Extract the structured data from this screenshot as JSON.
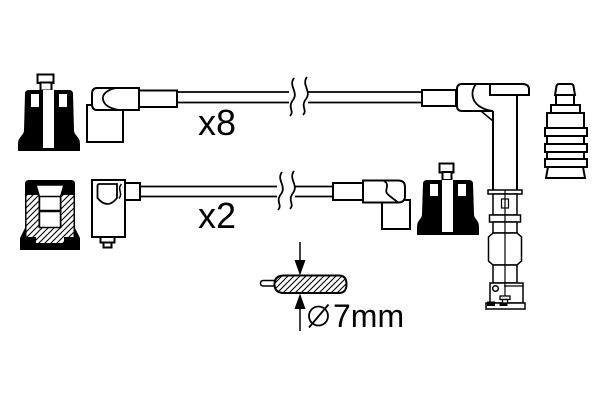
{
  "diagram": {
    "background_color": "#ffffff",
    "line_color": "#000000",
    "cables": [
      {
        "quantity_label": "x8"
      },
      {
        "quantity_label": "x2"
      }
    ],
    "dimension": {
      "symbol": "⌀",
      "value": "7mm"
    },
    "parts": [
      "spark-plug-boot-silhouette-top-left",
      "angle-connector-x8-left",
      "cable-x8-with-break",
      "angle-connector-x8-right-with-ribbed-shaft",
      "ribbed-boot-outline-top-right",
      "boot-cross-section-left",
      "angle-connector-x2-left",
      "cable-x2-with-break",
      "angle-connector-x2-right",
      "spark-plug-boot-silhouette-middle-right",
      "cable-diameter-callout"
    ]
  }
}
